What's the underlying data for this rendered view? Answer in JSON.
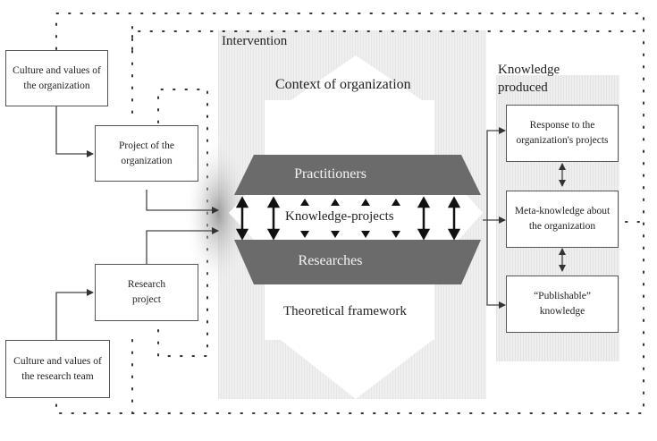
{
  "diagram": {
    "left_inputs": {
      "culture_org": "Culture and values of the organization",
      "project_org": "Project of the organization",
      "research_project": "Research project",
      "culture_team": "Culture and values of the research team"
    },
    "intervention": {
      "title": "Intervention",
      "context": "Context of organization",
      "practitioners": "Practitioners",
      "knowledge_projects": "Knowledge-projects",
      "researches": "Researches",
      "theoretical_framework": "Theoretical framework"
    },
    "knowledge_produced": {
      "title": "Knowledge produced",
      "items": [
        "Response to the organization's projects",
        "Meta-knowledge about the organization",
        "“Publishable” knowledge"
      ]
    },
    "colors": {
      "band": "#6b6b6b",
      "panel": "#ececec",
      "line": "#333333"
    }
  }
}
